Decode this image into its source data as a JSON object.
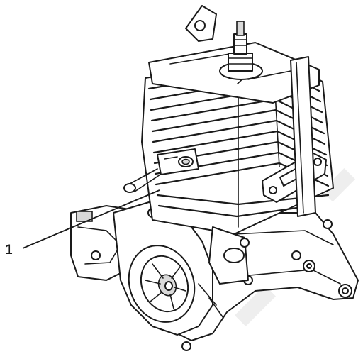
{
  "figure": {
    "subject": "engine-assembly-line-drawing",
    "callouts": [
      {
        "label": "1",
        "target": "intake-port"
      }
    ]
  },
  "colors": {
    "line": "#1a1a1a",
    "background": "#ffffff",
    "watermark": "#eeeeee"
  }
}
